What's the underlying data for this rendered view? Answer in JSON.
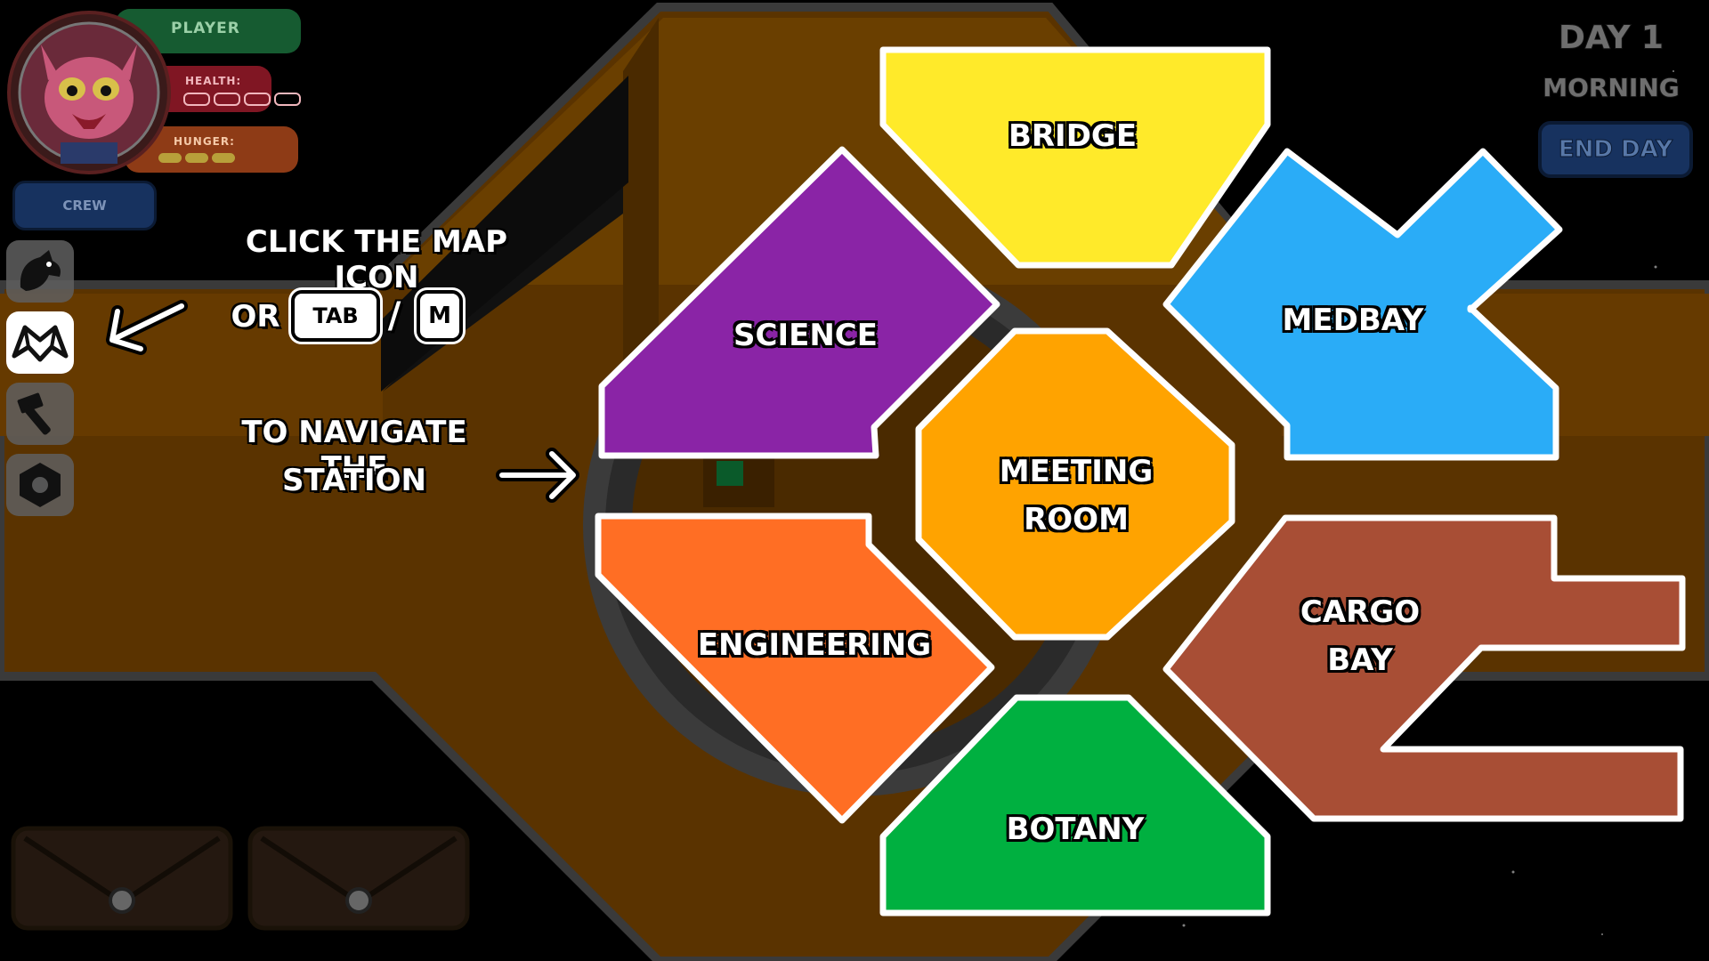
{
  "hud": {
    "player_label": "PLAYER",
    "health_label": "HEALTH:",
    "health_pips": 4,
    "hunger_label": "HUNGER:",
    "hunger_pips": 3,
    "crew_button": "CREW",
    "colors": {
      "player_bar": "#1a6b3a",
      "health_bar": "#a01c2c",
      "hunger_bar": "#b24a1c",
      "crew_button": "#17325f"
    }
  },
  "sidebar": {
    "items": [
      {
        "icon": "creature-icon",
        "active": false
      },
      {
        "icon": "map-icon",
        "active": true
      },
      {
        "icon": "hammer-icon",
        "active": false
      },
      {
        "icon": "settings-nut-icon",
        "active": false
      }
    ]
  },
  "tutorial": {
    "line1": "CLICK THE MAP ICON",
    "or": "OR",
    "key_tab": "TAB",
    "slash": "/",
    "key_m": "M",
    "line2a": "TO NAVIGATE THE",
    "line2b": "STATION"
  },
  "day": {
    "day_label": "DAY 1",
    "time_label": "MORNING",
    "end_day_button": "END DAY"
  },
  "rooms": {
    "bridge": {
      "label": "BRIDGE",
      "color": "#ffea2a"
    },
    "science": {
      "label": "SCIENCE",
      "color": "#8a24a6"
    },
    "medbay": {
      "label": "MEDBAY",
      "color": "#2aacf7"
    },
    "meeting": {
      "line1": "MEETING",
      "line2": "ROOM",
      "color": "#ffa300"
    },
    "engineering": {
      "label": "ENGINEERING",
      "color": "#ff6e24"
    },
    "cargo": {
      "line1": "CARGO",
      "line2": "BAY",
      "color": "#a84e35"
    },
    "botany": {
      "label": "BOTANY",
      "color": "#00b040"
    }
  }
}
